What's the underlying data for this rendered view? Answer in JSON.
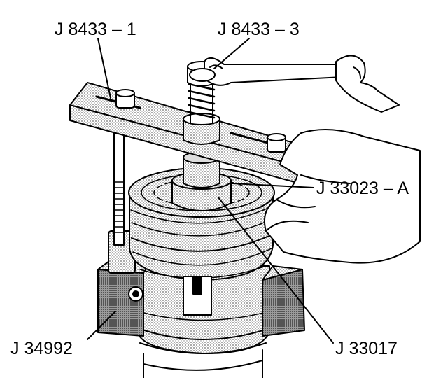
{
  "labels": {
    "j8433_1": "J 8433 – 1",
    "j8433_3": "J 8433 – 3",
    "j33023_a": "J 33023 – A",
    "j34992": "J 34992",
    "j33017": "J 33017"
  },
  "colors": {
    "line": "#000000",
    "stipple": "#7a7a7a",
    "background": "#ffffff"
  }
}
